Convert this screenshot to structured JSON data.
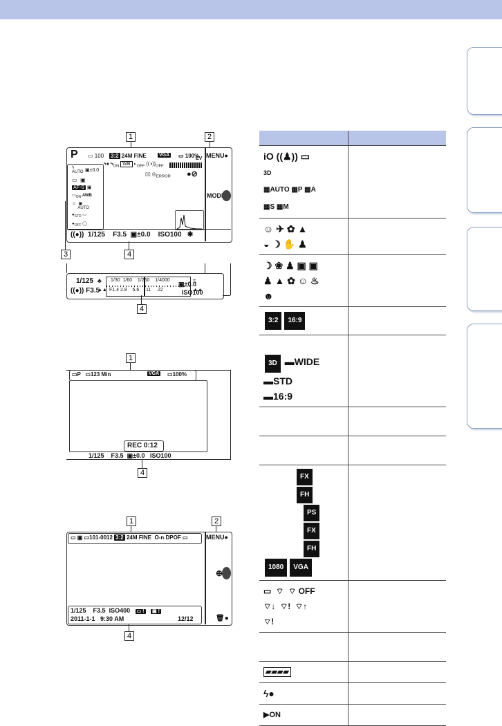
{
  "colors": {
    "header_band": "#b8c4e8",
    "tab_border": "#8aa0c8",
    "screen_border": "#333333"
  },
  "side_tabs": [
    {
      "name": "tab-1"
    },
    {
      "name": "tab-2"
    },
    {
      "name": "tab-3"
    },
    {
      "name": "tab-4"
    }
  ],
  "callouts": {
    "one": "1",
    "two": "2",
    "three": "3",
    "four": "4"
  },
  "diagram1": {
    "mode": "P",
    "top_row": {
      "count": "100",
      "aspect": "3:2",
      "size": "24M",
      "quality": "FINE",
      "movie": "VGA",
      "battery": "100%"
    },
    "sub_icons": {
      "flash_mode": "ON",
      "wb": "WB",
      "d_off": "OFF",
      "dro": "OFF",
      "error": "ERROR",
      "ev": "EV"
    },
    "side_left": {
      "auto": "AUTO",
      "ev": "±0.0",
      "on": "ON",
      "awb": "AWB",
      "auto2": "AUTO",
      "std": "STD",
      "off": "OFF"
    },
    "right_panel": {
      "menu": "MENU",
      "mode": "MODE"
    },
    "bottom": {
      "shutter": "1/125",
      "aperture": "F3.5",
      "ev": "±0.0",
      "iso": "ISO100",
      "star": "✱"
    }
  },
  "diagram1b": {
    "shutter": "1/125",
    "aperture": "F3.5",
    "scale_top": [
      "1/30",
      "1/60",
      "1/250",
      "1/4000"
    ],
    "scale_bottom": [
      "F1.4",
      "2.8",
      "5.6",
      "11",
      "22"
    ],
    "ev": "±0.0",
    "iso": "ISO100"
  },
  "diagram2": {
    "remaining": "123 Min",
    "movie": "VGA",
    "battery": "100%",
    "rec": "REC 0:12",
    "bottom": {
      "shutter": "1/125",
      "aperture": "F3.5",
      "ev": "±0.0",
      "iso": "ISO100"
    }
  },
  "diagram3": {
    "folder": "101-0012",
    "aspect": "3:2",
    "size": "24M",
    "quality": "FINE",
    "protect": "O-n",
    "dpof": "DPOF",
    "menu": "MENU",
    "row1": {
      "shutter": "1/125",
      "aperture": "F3.5",
      "iso": "ISO400"
    },
    "row2": {
      "date": "2011-1-1",
      "time": "9:30 AM",
      "count": "12/12"
    }
  },
  "table": {
    "rows": [
      {
        "icons": [
          "iO",
          "((♟))",
          "▭",
          "3D",
          "AUTO",
          "P",
          "A",
          "S",
          "M"
        ]
      },
      {
        "icons": [
          "☺",
          "✈",
          "✿",
          "▲",
          "◒",
          "☽",
          "✋",
          "♟"
        ]
      },
      {
        "icons": [
          "☽",
          "❀",
          "♟",
          "▣",
          "▣",
          "♟",
          "▲",
          "✿",
          "☺",
          "♨",
          "☻"
        ]
      },
      {
        "icons": [
          "3:2",
          "16:9"
        ]
      },
      {
        "icons": [
          "3D",
          "WIDE",
          "STD",
          "16:9"
        ]
      },
      {
        "icons": []
      },
      {
        "icons": []
      },
      {
        "icons": [
          "FX",
          "FH",
          "PS",
          "FX",
          "FH",
          "1080",
          "VGA"
        ]
      },
      {
        "icons": [
          "▭",
          "⌔",
          "⌔ OFF",
          "⌔↓",
          "⌔!",
          "⌔↑",
          "⌔!"
        ]
      },
      {
        "icons": []
      },
      {
        "icons": [
          "▰▰▰▰"
        ]
      },
      {
        "icons": [
          "ϟ●"
        ]
      },
      {
        "icons": [
          "ON"
        ]
      }
    ]
  }
}
